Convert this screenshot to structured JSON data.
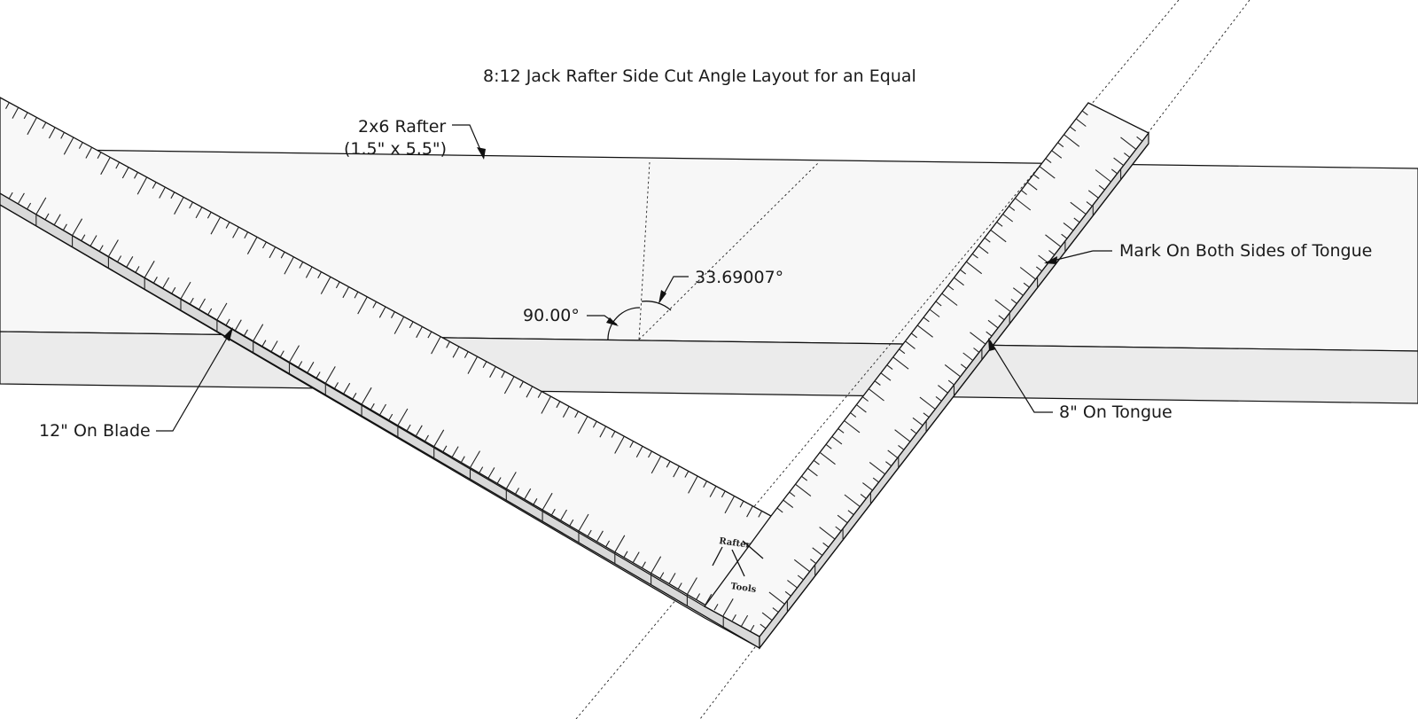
{
  "title": "8:12 Jack Rafter Side Cut Angle Layout for an Equal",
  "labels": {
    "rafter_name": "2x6 Rafter",
    "rafter_size": "(1.5\" x 5.5\")",
    "mark_sides": "Mark On Both Sides of Tongue",
    "tongue_mark": "8\" On Tongue",
    "blade_mark": "12\" On Blade",
    "angle_right": "90.00°",
    "angle_side_cut": "33.69007°"
  },
  "logo": {
    "top": "Rafter",
    "bottom": "Tools"
  },
  "colors": {
    "rafter_top": "#f7f7f7",
    "rafter_side": "#ebebeb",
    "square_face": "#f8f8f8",
    "square_edge": "#d9d9d9",
    "lines": "#111111"
  }
}
